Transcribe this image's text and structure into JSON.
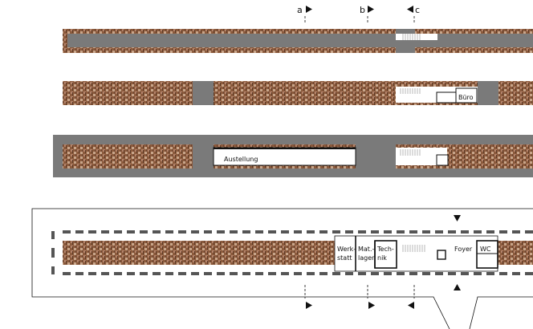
{
  "section_markers": {
    "a": "a",
    "b": "b",
    "c": "c"
  },
  "rooms": {
    "ausstellung": "Austellung",
    "buero": "Büro",
    "werkstatt_line1": "Werk-",
    "werkstatt_line2": "statt",
    "matlager_line1": "Mat.-",
    "matlager_line2": "lager",
    "technik_line1": "Tech-",
    "technik_line2": "nik",
    "foyer": "Foyer",
    "wc": "WC"
  },
  "colors": {
    "slab_gray": "#7a7a7a",
    "wall_pattern": "#8b5a3c",
    "wall_pattern_light": "#c8a58a",
    "line": "#111111",
    "white": "#ffffff"
  },
  "icons": {
    "section_arrow": "triangle-arrow-icon",
    "stair": "stair-icon",
    "elevator": "elevator-icon"
  }
}
